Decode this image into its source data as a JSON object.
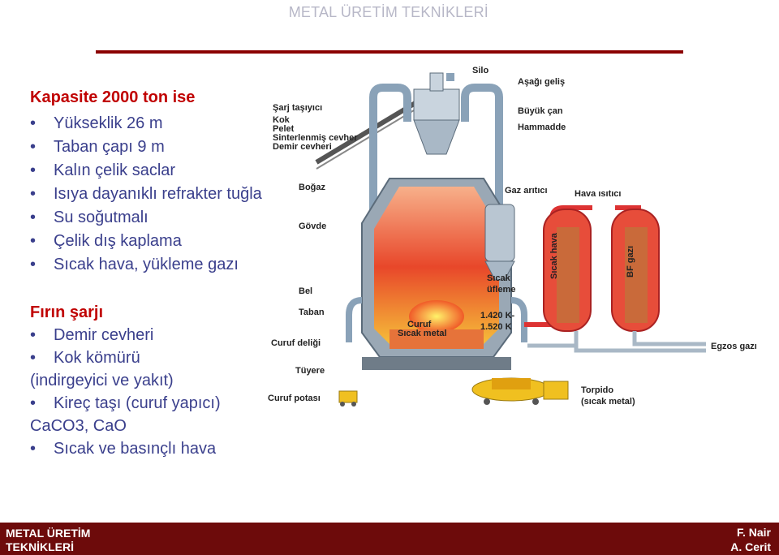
{
  "slide_title": "METAL ÜRETİM TEKNİKLERİ",
  "section1": {
    "heading": "Kapasite 2000 ton ise",
    "items": [
      "Yükseklik 26 m",
      "Taban çapı 9 m",
      "Kalın çelik saclar",
      "Isıya dayanıklı refrakter tuğla",
      "Su soğutmalı",
      "Çelik dış kaplama",
      "Sıcak hava, yükleme gazı"
    ]
  },
  "section2": {
    "heading": "Fırın şarjı",
    "item1": "Demir cevheri",
    "item2": "Kok kömürü",
    "note1": "(indirgeyici ve yakıt)",
    "item3": "Kireç taşı (curuf yapıcı)",
    "note2": "CaCO3, CaO",
    "item4": "Sıcak ve basınçlı hava"
  },
  "diagram": {
    "silo": "Silo",
    "asagi_gelis": "Aşağı geliş",
    "buyuk_can": "Büyük çan",
    "hammadde": "Hammadde",
    "sarj_tasiyici": "Şarj taşıyıcı",
    "kok": "Kok",
    "pelet": "Pelet",
    "sinterlenmis": "Sinterlenmiş cevher",
    "demir_cevheri": "Demir cevheri",
    "bogaz": "Boğaz",
    "gaz_aritici": "Gaz arıtıcı",
    "hava_isitici": "Hava ısıtıcı",
    "govde": "Gövde",
    "sicak_hava": "Sıcak hava",
    "bf_gazi": "BF gazı",
    "sicak_ufleme_1": "Sıcak",
    "sicak_ufleme_2": "üfleme",
    "bel": "Bel",
    "taban": "Taban",
    "temp1": "1.420 K-",
    "temp2": "1.520 K",
    "curuf": "Curuf",
    "sicak_metal": "Sıcak metal",
    "curuf_deligi": "Curuf deliği",
    "egzos_gazi": "Egzos gazı",
    "tuyere": "Tüyere",
    "torpido": "Torpido",
    "torpido_sub": "(sıcak metal)",
    "curuf_potasi": "Curuf potası"
  },
  "footer": {
    "left_line1": "METAL ÜRETİM",
    "left_line2": "TEKNİKLERİ",
    "right_line1": "F. Nair",
    "right_line2": "A. Cerit"
  },
  "colors": {
    "accent_red": "#c00000",
    "text_blue": "#3a3f8c",
    "footer_bg": "#6d0b0b",
    "rule": "#8b0000"
  }
}
